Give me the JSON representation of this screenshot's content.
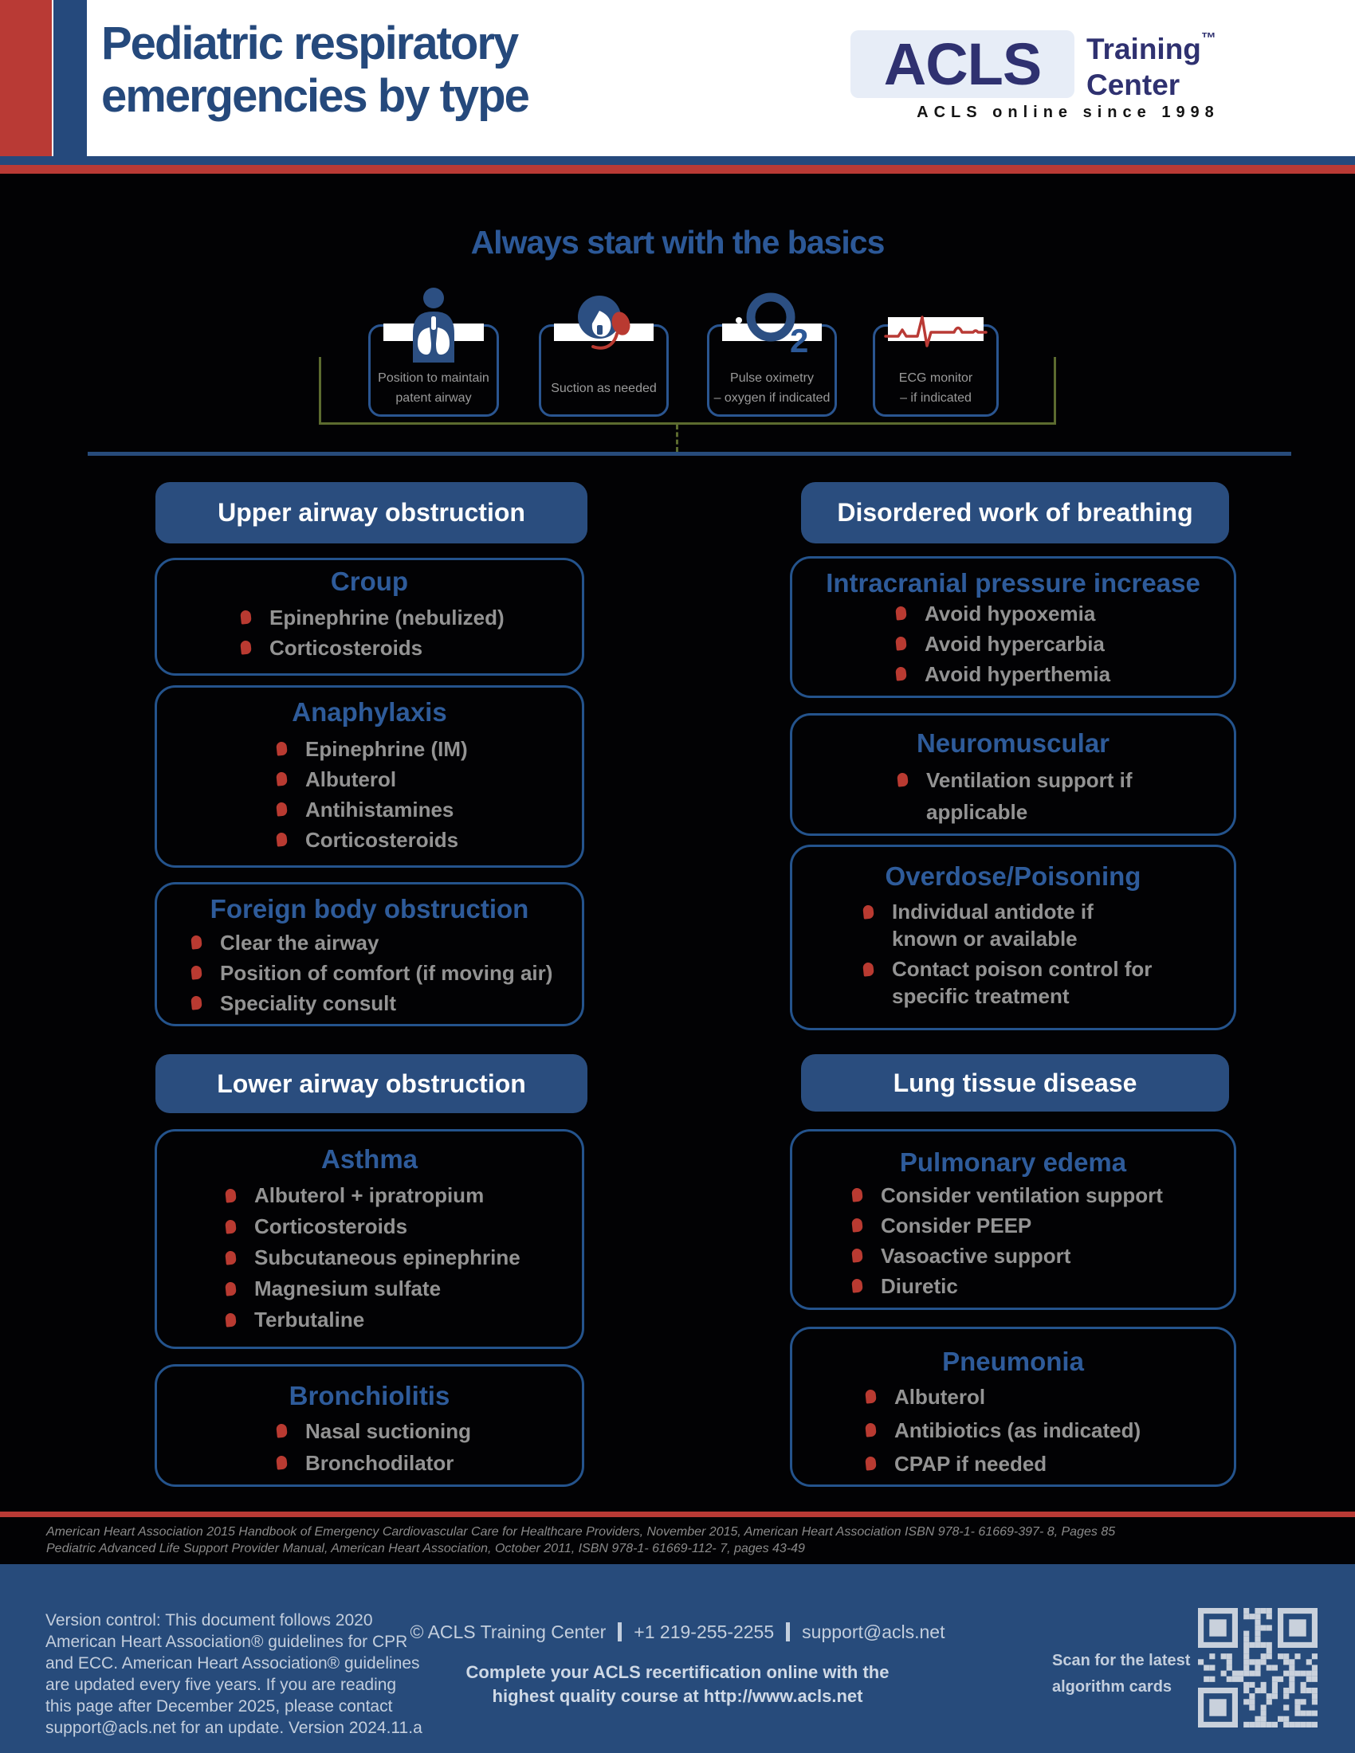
{
  "header": {
    "title_line1": "Pediatric respiratory",
    "title_line2": "emergencies by type",
    "logo_acls": "ACLS",
    "logo_training": "Training",
    "logo_tm": "™",
    "logo_center": "Center",
    "logo_tagline": "ACLS online since 1998"
  },
  "basics": {
    "heading": "Always start with the basics",
    "cards": [
      {
        "icon": "patient-airway-icon",
        "line1": "Position to maintain",
        "line2": "patent airway"
      },
      {
        "icon": "suction-icon",
        "line1": "Suction as needed",
        "line2": ""
      },
      {
        "icon": "pulse-oximetry-icon",
        "line1": "Pulse oximetry",
        "line2": "– oxygen if indicated"
      },
      {
        "icon": "ecg-monitor-icon",
        "line1": "ECG monitor",
        "line2": "– if indicated"
      }
    ]
  },
  "left": {
    "header1": "Upper airway obstruction",
    "croup": {
      "title": "Croup",
      "items": [
        "Epinephrine (nebulized)",
        "Corticosteroids"
      ]
    },
    "anaphylaxis": {
      "title": "Anaphylaxis",
      "items": [
        "Epinephrine (IM)",
        "Albuterol",
        "Antihistamines",
        "Corticosteroids"
      ]
    },
    "foreign_body": {
      "title": "Foreign body obstruction",
      "items": [
        "Clear the airway",
        "Position of comfort (if moving air)",
        "Speciality consult"
      ]
    },
    "header2": "Lower airway obstruction",
    "asthma": {
      "title": "Asthma",
      "items": [
        "Albuterol + ipratropium",
        "Corticosteroids",
        "Subcutaneous epinephrine",
        "Magnesium sulfate",
        "Terbutaline"
      ]
    },
    "bronchiolitis": {
      "title": "Bronchiolitis",
      "items": [
        "Nasal suctioning",
        "Bronchodilator"
      ]
    }
  },
  "right": {
    "header1": "Disordered work of breathing",
    "icp": {
      "title": "Intracranial pressure increase",
      "items": [
        "Avoid hypoxemia",
        "Avoid hypercarbia",
        "Avoid hyperthemia"
      ]
    },
    "neuromuscular": {
      "title": "Neuromuscular",
      "items": [
        "Ventilation support if applicable"
      ]
    },
    "overdose": {
      "title": "Overdose/Poisoning",
      "items": [
        "Individual antidote if known or available",
        "Contact poison control for specific treatment"
      ]
    },
    "header2": "Lung tissue disease",
    "pulmonary_edema": {
      "title": "Pulmonary edema",
      "items": [
        "Consider ventilation support",
        "Consider PEEP",
        "Vasoactive support",
        "Diuretic"
      ]
    },
    "pneumonia": {
      "title": "Pneumonia",
      "items": [
        "Albuterol",
        "Antibiotics (as indicated)",
        "CPAP if needed"
      ]
    }
  },
  "citations": {
    "line1": "American Heart Association 2015 Handbook of Emergency Cardiovascular Care for Healthcare Providers, November 2015, American Heart Association ISBN 978-1- 61669-397- 8, Pages 85",
    "line2": "Pediatric Advanced Life Support Provider Manual, American Heart Association, October 2011, ISBN 978-1- 61669-112- 7, pages 43-49"
  },
  "footer": {
    "version_line1": "Version control: This document follows 2020",
    "version_line2": "American Heart Association® guidelines for CPR",
    "version_line3": "and ECC. American Heart Association® guidelines",
    "version_line4": "are updated every five years. If you are reading",
    "version_line5": "this page after December 2025, please contact",
    "version_line6": "support@acls.net for an update. Version 2024.11.a",
    "copyright": "© ACLS Training Center",
    "phone": "+1 219-255-2255",
    "email": "support@acls.net",
    "promo_line1": "Complete your ACLS recertification online with the",
    "promo_line2": "highest quality course at http://www.acls.net",
    "scan_line1": "Scan for the latest",
    "scan_line2": "algorithm cards"
  },
  "colors": {
    "navy": "#274b7b",
    "red": "#b93a35",
    "box_border": "#24538c",
    "box_title": "#2e5b9a",
    "item_text": "#939393",
    "olive": "#5c6b2f"
  }
}
